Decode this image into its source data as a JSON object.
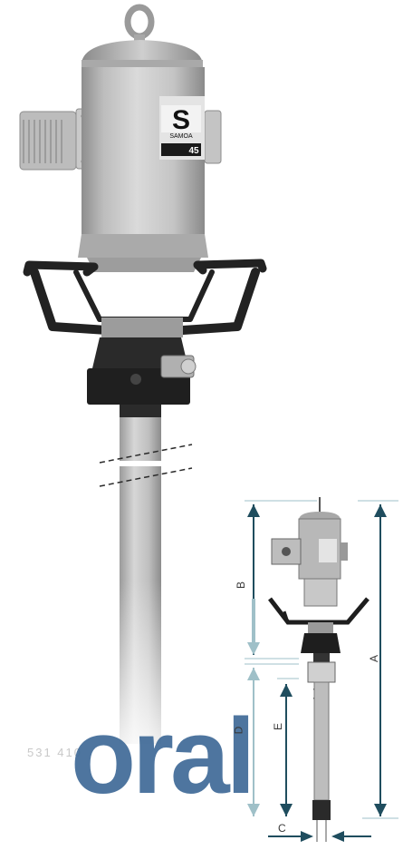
{
  "watermark": {
    "brand_text": "oral",
    "code_text": "531 410"
  },
  "brand_plate": {
    "logo_letter": "S",
    "brand_name": "SAMOA",
    "model_number": "45"
  },
  "dimension_labels": {
    "A": "A",
    "B": "B",
    "C": "C",
    "D": "D",
    "E": "E"
  },
  "colors": {
    "body_silver": "#b9b9b9",
    "handle_black": "#222222",
    "arrow_teal": "#1f4d5e",
    "arrow_faint": "#9fc0c8",
    "watermark_blue": "#3f6a97"
  }
}
